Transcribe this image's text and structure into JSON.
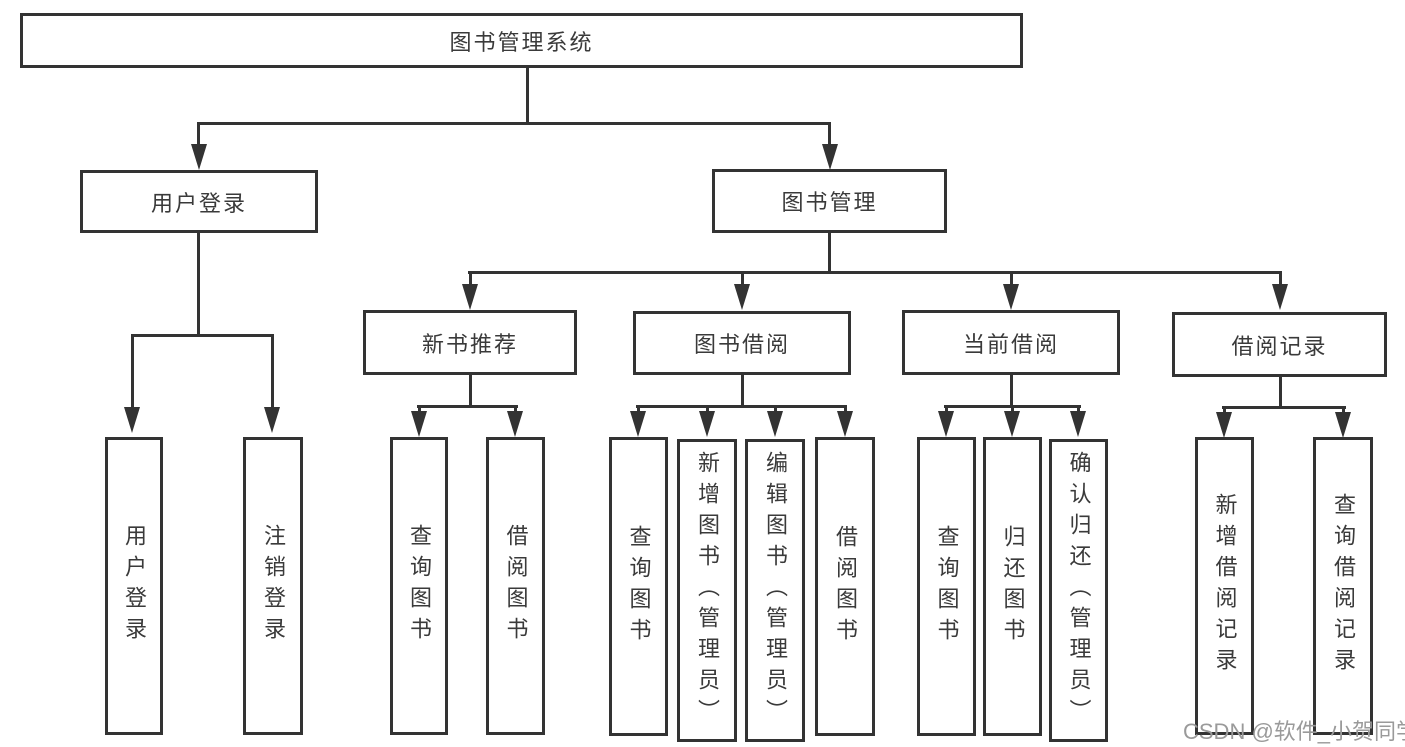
{
  "diagram": {
    "root": "图书管理系统",
    "level2": {
      "user_login": "用户登录",
      "book_mgmt": "图书管理"
    },
    "level3": {
      "new_book": "新书推荐",
      "borrow": "图书借阅",
      "current": "当前借阅",
      "records": "借阅记录"
    },
    "leaves": {
      "ul1": "用户登录",
      "ul2": "注销登录",
      "nb1": "查询图书",
      "nb2": "借阅图书",
      "b1": "查询图书",
      "b2": "新增图书（管理员）",
      "b3": "编辑图书（管理员）",
      "b4": "借阅图书",
      "c1": "查询图书",
      "c2": "归还图书",
      "c3": "确认归还（管理员）",
      "r1": "新增借阅记录",
      "r2": "查询借阅记录"
    }
  },
  "watermark": "CSDN @软件_小贺同学"
}
